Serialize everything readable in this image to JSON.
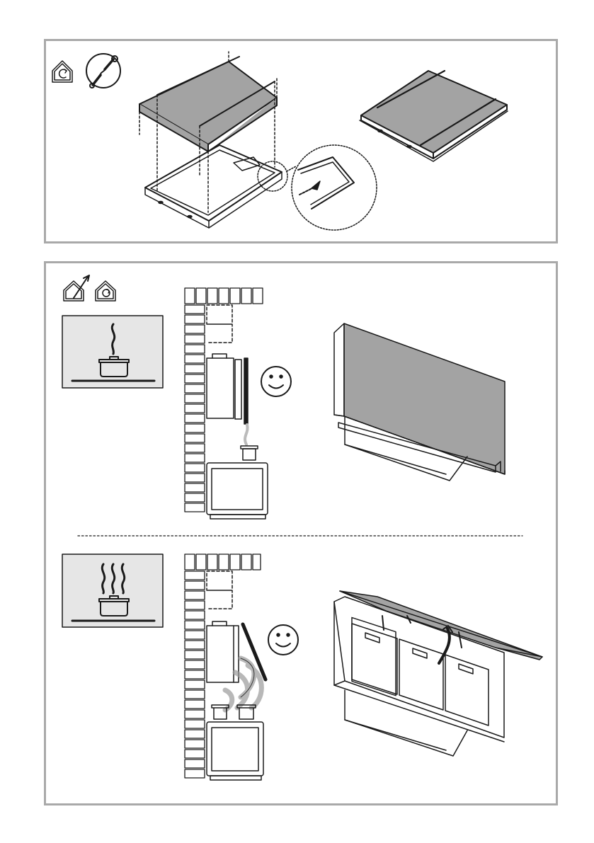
{
  "page": {
    "background": "#ffffff",
    "frame_color": "#a9a9a9",
    "fill_gray": "#a3a3a3",
    "box_gray": "#e6e6e6",
    "line_color": "#1a1a1a"
  },
  "icons": {
    "top": [
      "house-recirculation-icon",
      "wrench-icon"
    ],
    "bottom": [
      "house-extraction-icon",
      "house-recirculation-icon",
      "pot-low-steam-icon",
      "pot-high-steam-icon",
      "smiley-face-icon"
    ]
  },
  "steps": [
    {
      "name": "install-filter-cover",
      "icons": [
        "house-recirculation-icon",
        "wrench-icon"
      ]
    },
    {
      "name": "low-steam-cover-closed",
      "icons": [
        "pot-low-steam-icon",
        "smiley-face-icon"
      ]
    },
    {
      "name": "high-steam-cover-open",
      "icons": [
        "pot-high-steam-icon",
        "smiley-face-icon"
      ]
    }
  ]
}
